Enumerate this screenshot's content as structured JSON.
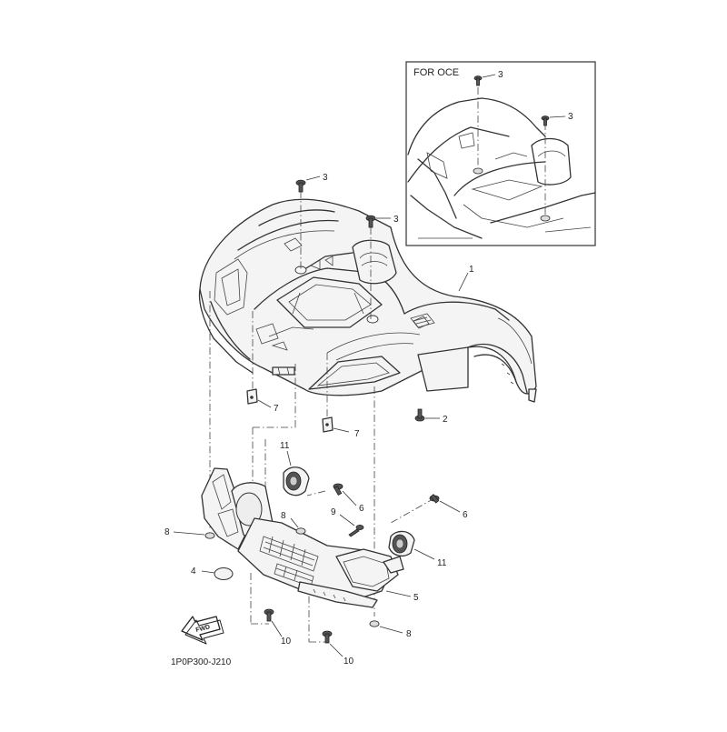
{
  "diagram": {
    "inset_label": "FOR OCE",
    "code": "1P0P300-J210",
    "fwd_label": "FWD",
    "callouts": [
      "1",
      "2",
      "3",
      "3",
      "3",
      "3",
      "4",
      "5",
      "6",
      "6",
      "7",
      "7",
      "8",
      "8",
      "8",
      "9",
      "10",
      "10",
      "11",
      "11"
    ]
  }
}
